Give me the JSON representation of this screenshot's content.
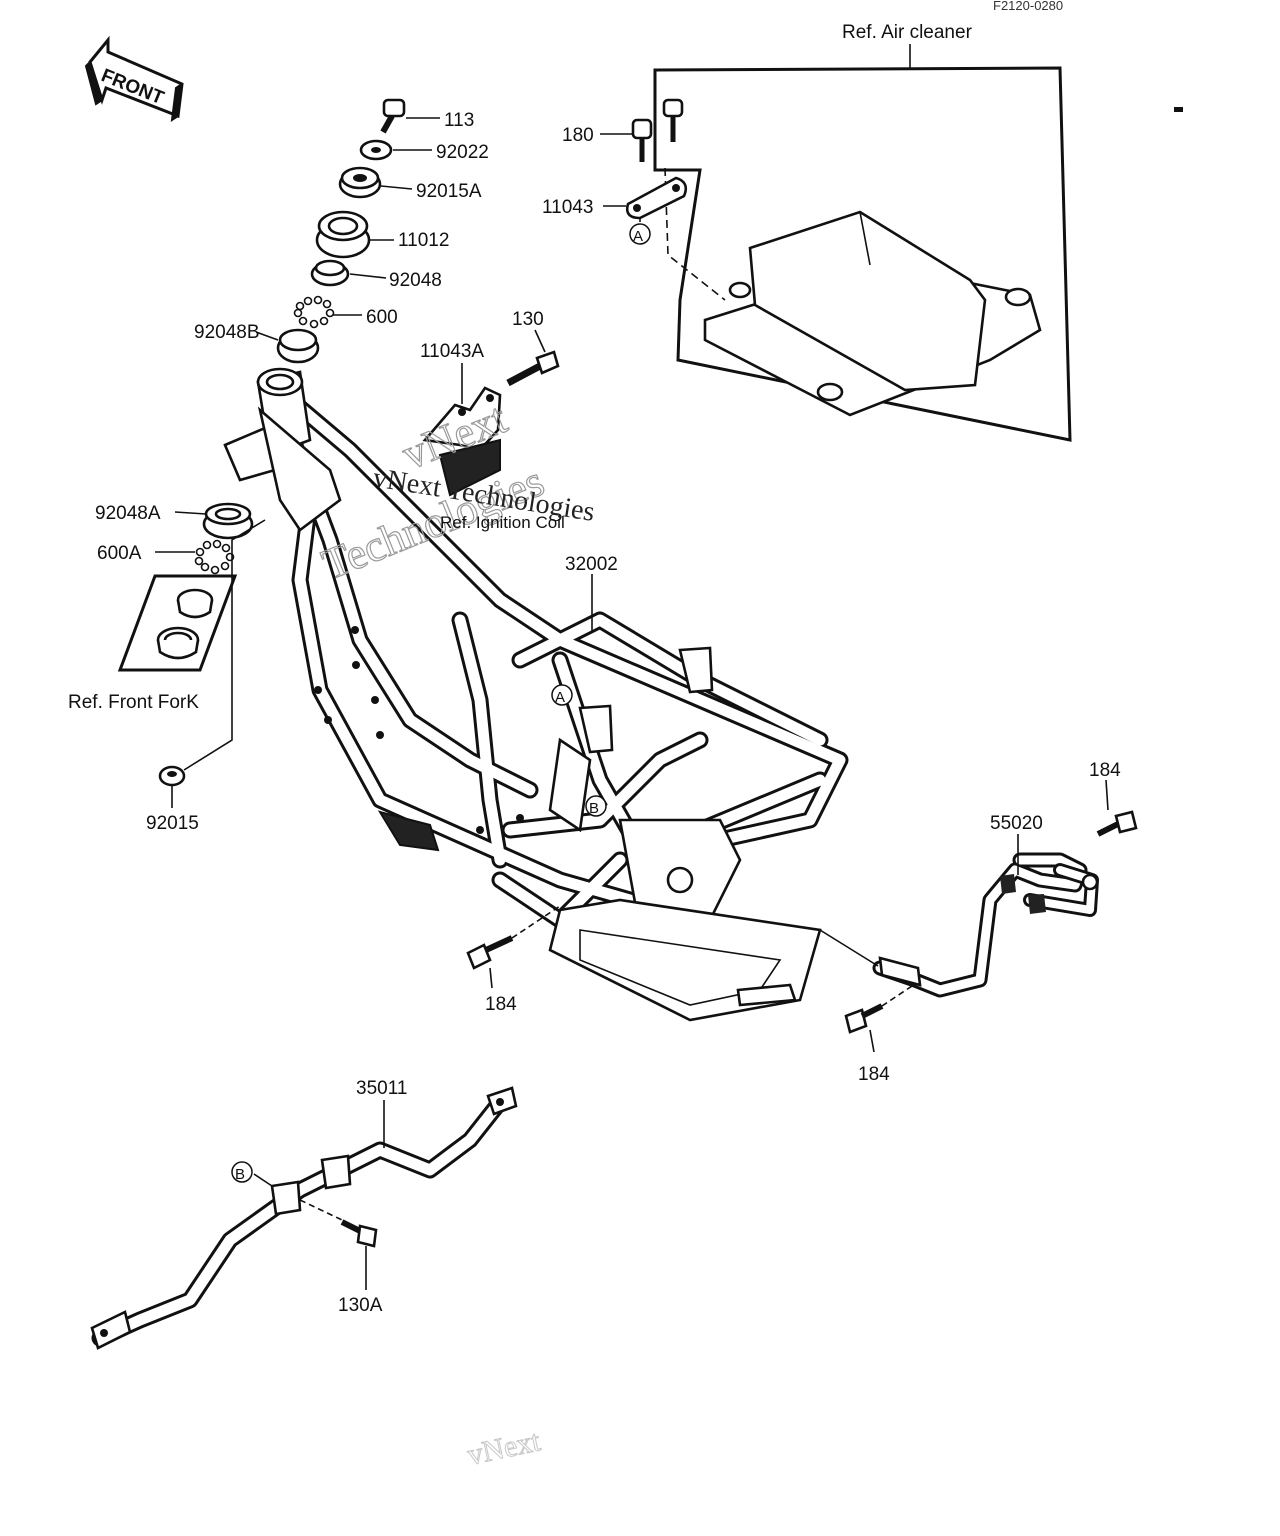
{
  "header": {
    "code": "F2120-0280"
  },
  "front_arrow": {
    "label": "FRONT"
  },
  "refs": {
    "air_cleaner": "Ref.  Air cleaner",
    "ignition_coil": "Ref. Ignition Coil",
    "front_fork": "Ref. Front ForK"
  },
  "watermark": {
    "brand": "vNext Technologies",
    "ghost_1": "vNext",
    "ghost_2": "Technologies",
    "bottom": "vNext"
  },
  "markers": {
    "a": "A",
    "b": "B"
  },
  "parts": {
    "p113": "113",
    "p92022": "92022",
    "p92015A": "92015A",
    "p11012": "11012",
    "p92048": "92048",
    "p600": "600",
    "p92048B": "92048B",
    "p11043A": "11043A",
    "p130": "130",
    "p180": "180",
    "p11043": "11043",
    "p92048A": "92048A",
    "p600A": "600A",
    "p32002": "32002",
    "p92015": "92015",
    "p184a": "184",
    "p184b": "184",
    "p184c": "184",
    "p55020": "55020",
    "p35011": "35011",
    "p130A": "130A"
  }
}
